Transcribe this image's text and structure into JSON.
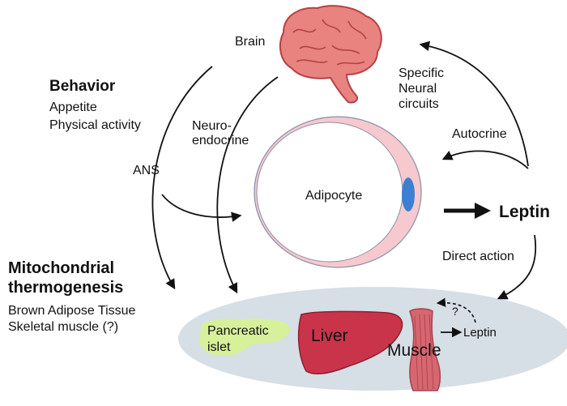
{
  "labels": {
    "brain": "Brain",
    "behavior_title": "Behavior",
    "behavior_items": [
      "Appetite",
      "Physical activity"
    ],
    "ans": "ANS",
    "neuroendocrine_1": "Neuro-",
    "neuroendocrine_2": "endocrine",
    "specific_neural_circuits": [
      "Specific",
      "Neural",
      "circuits"
    ],
    "autocrine": "Autocrine",
    "adipocyte": "Adipocyte",
    "leptin_main": "Leptin",
    "direct_action": "Direct action",
    "mito_title_1": "Mitochondrial",
    "mito_title_2": "thermogenesis",
    "mito_items": [
      "Brown Adipose Tissue",
      "Skeletal muscle (?)"
    ],
    "pancreatic_1": "Pancreatic",
    "pancreatic_2": "islet",
    "liver": "Liver",
    "muscle": "Muscle",
    "leptin_small": "Leptin",
    "question": "?"
  },
  "colors": {
    "brain_fill": "#e8837f",
    "brain_stroke": "#b54246",
    "adipocyte_rim": "#f6c9cf",
    "nucleus": "#3d7fd1",
    "tissue_ellipse": "#d6dee6",
    "pancreatic_islet": "#d7f09a",
    "liver": "#c9344a",
    "muscle": "#d66670",
    "arrow": "#111111"
  },
  "icons": [
    "brain-icon",
    "liver-icon",
    "muscle-icon",
    "pancreatic-islet-icon",
    "nucleus-icon"
  ]
}
